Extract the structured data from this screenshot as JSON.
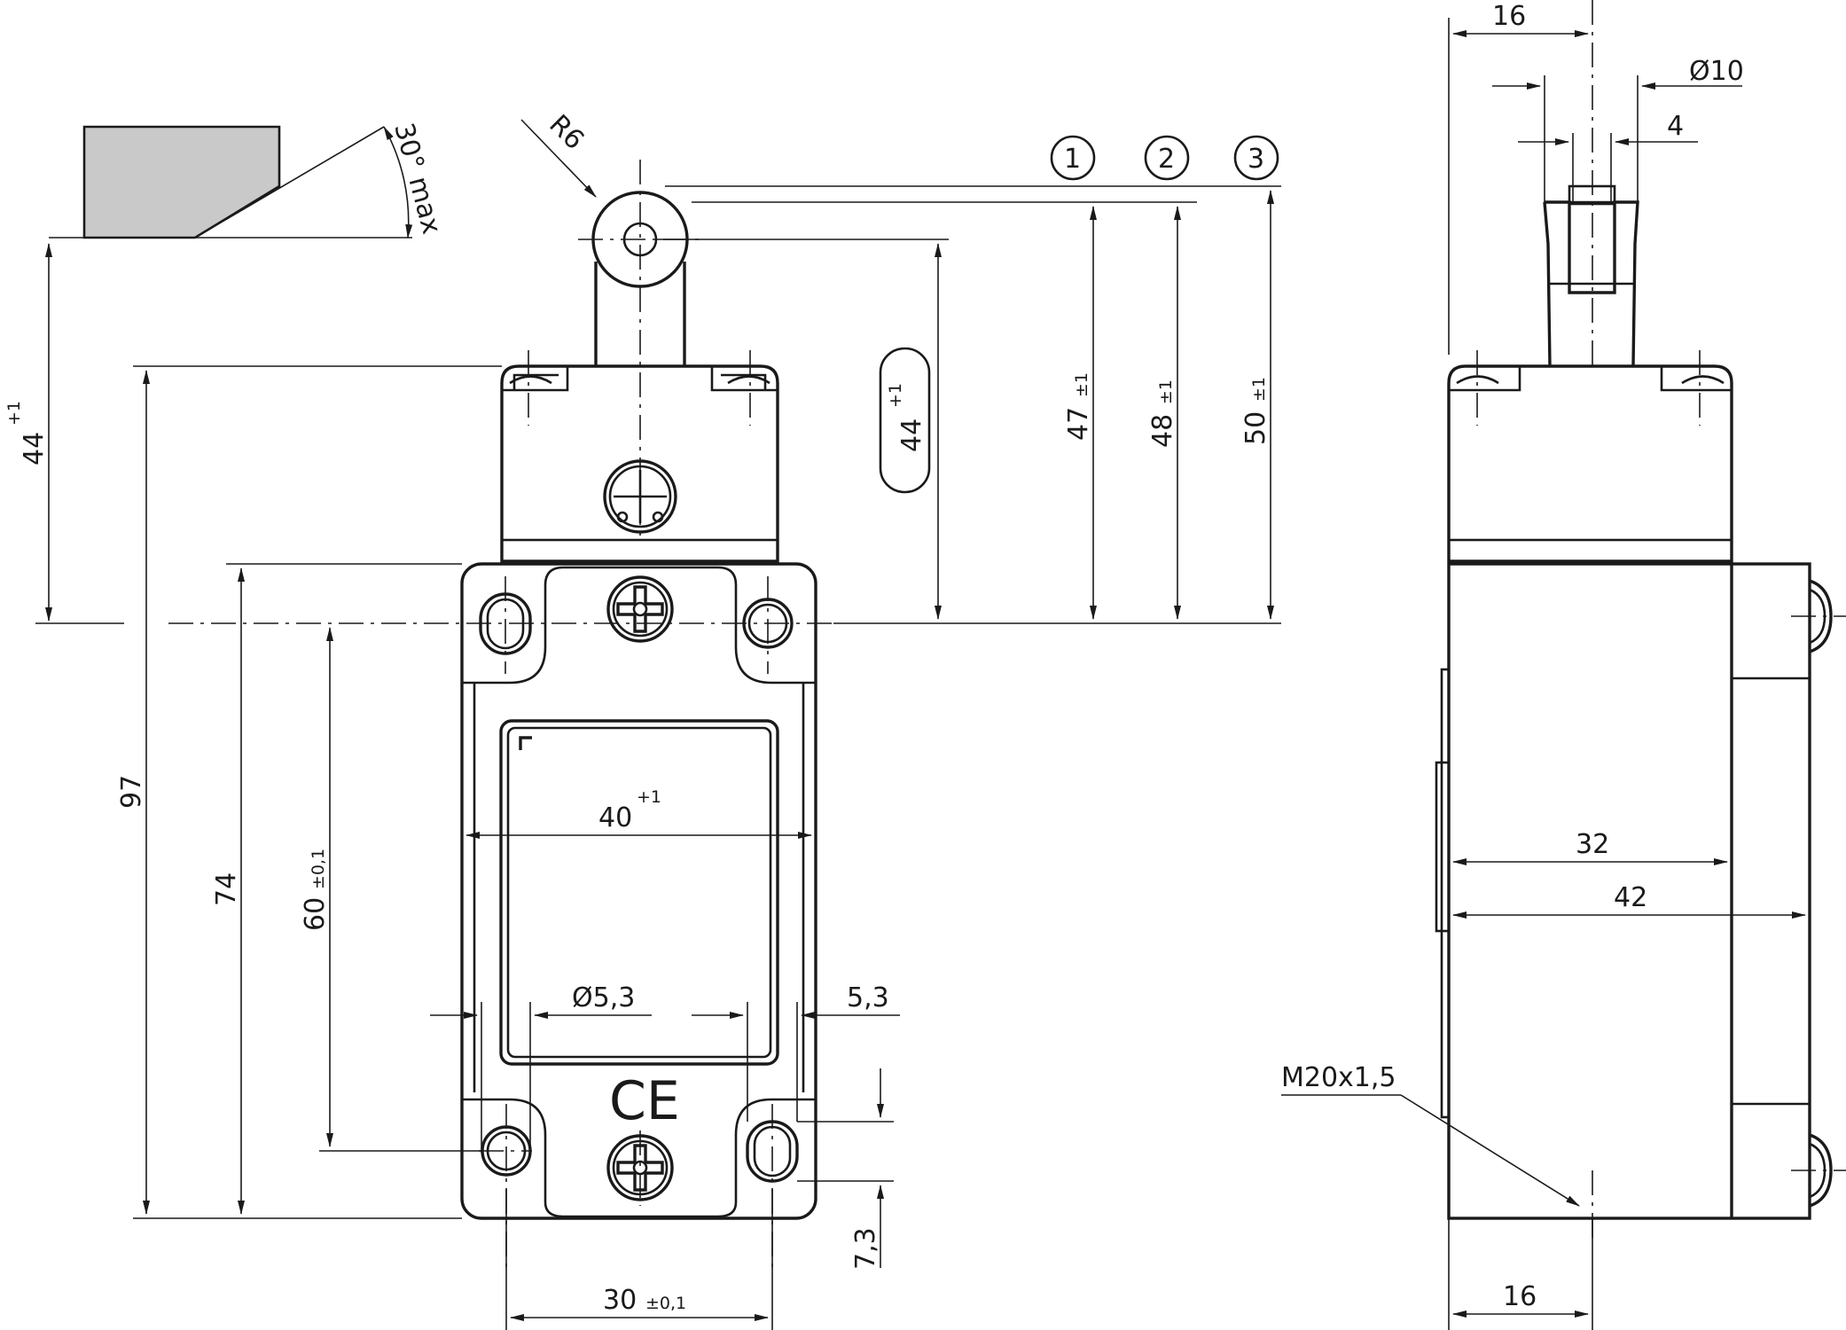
{
  "front_view": {
    "roller_radius": "R6",
    "angle": "30° max",
    "dim_44_left": "44",
    "dim_44_left_tol": "+1",
    "dim_44_oval": "44",
    "dim_44_oval_tol": "+1",
    "dim_47": "47",
    "dim_47_tol": "±1",
    "dim_48": "48",
    "dim_48_tol": "±1",
    "dim_50": "50",
    "dim_50_tol": "±1",
    "dim_97": "97",
    "dim_74": "74",
    "dim_60": "60",
    "dim_60_tol": "±0,1",
    "dim_40": "40",
    "dim_40_tol": "+1",
    "dim_hole": "Ø5,3",
    "dim_53": "5,3",
    "dim_73": "7,3",
    "dim_30": "30",
    "dim_30_tol": "±0,1",
    "ce_mark": "CE",
    "marker_1": "1",
    "marker_2": "2",
    "marker_3": "3"
  },
  "side_view": {
    "dim_16_top": "16",
    "dim_d10": "Ø10",
    "dim_4": "4",
    "dim_32": "32",
    "dim_42": "42",
    "thread": "M20x1,5",
    "dim_16_bottom": "16"
  }
}
